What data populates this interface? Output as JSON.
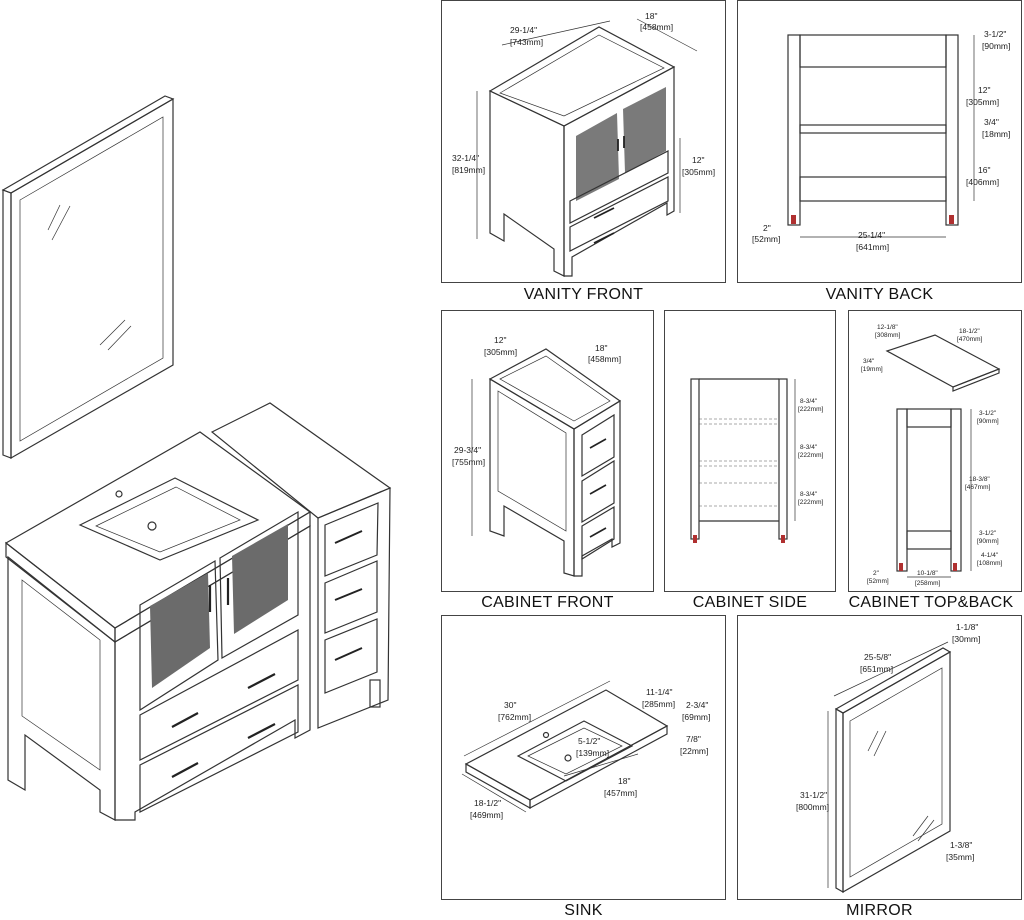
{
  "captions": {
    "vanity_front": "VANITY FRONT",
    "vanity_back": "VANITY BACK",
    "cabinet_front": "CABINET FRONT",
    "cabinet_side": "CABINET SIDE",
    "cabinet_top_back": "CABINET TOP&BACK",
    "sink": "SINK",
    "mirror": "MIRROR"
  },
  "vanity_front": {
    "width_in": "29-1/4\"",
    "width_mm": "[743mm]",
    "depth_in": "18\"",
    "depth_mm": "[458mm]",
    "height_in": "32-1/4\"",
    "height_mm": "[819mm]",
    "leg_in": "12\"",
    "leg_mm": "[305mm]"
  },
  "vanity_back": {
    "top_in": "3-1/2\"",
    "top_mm": "[90mm]",
    "upper_in": "12\"",
    "upper_mm": "[305mm]",
    "shelf_in": "3/4\"",
    "shelf_mm": "[18mm]",
    "lower_in": "16\"",
    "lower_mm": "[406mm]",
    "foot_in": "2\"",
    "foot_mm": "[52mm]",
    "width_in": "25-1/4\"",
    "width_mm": "[641mm]"
  },
  "cabinet_front": {
    "width_in": "12\"",
    "width_mm": "[305mm]",
    "depth_in": "18\"",
    "depth_mm": "[458mm]",
    "height_in": "29-3/4\"",
    "height_mm": "[755mm]"
  },
  "cabinet_side": {
    "d1_in": "8-3/4\"",
    "d1_mm": "[222mm]",
    "d2_in": "8-3/4\"",
    "d2_mm": "[222mm]",
    "d3_in": "8-3/4\"",
    "d3_mm": "[222mm]"
  },
  "cabinet_top_back": {
    "top_w_in": "12-1/8\"",
    "top_w_mm": "[308mm]",
    "top_d_in": "18-1/2\"",
    "top_d_mm": "[470mm]",
    "top_t_in": "3/4\"",
    "top_t_mm": "[19mm]",
    "b_top_in": "3-1/2\"",
    "b_top_mm": "[90mm]",
    "b_mid_in": "18-3/8\"",
    "b_mid_mm": "[467mm]",
    "b_low_in": "3-1/2\"",
    "b_low_mm": "[90mm]",
    "b_leg_in": "4-1/4\"",
    "b_leg_mm": "[108mm]",
    "b_foot_in": "2\"",
    "b_foot_mm": "[52mm]",
    "b_width_in": "10-1/8\"",
    "b_width_mm": "[258mm]"
  },
  "sink": {
    "length_in": "30\"",
    "length_mm": "[762mm]",
    "bowl_w_in": "11-1/4\"",
    "bowl_w_mm": "[285mm]",
    "edge_in": "2-3/4\"",
    "edge_mm": "[69mm]",
    "thick_in": "7/8\"",
    "thick_mm": "[22mm]",
    "bowl_d_in": "5-1/2\"",
    "bowl_d_mm": "[139mm]",
    "bowl_l_in": "18\"",
    "bowl_l_mm": "[457mm]",
    "depth_in": "18-1/2\"",
    "depth_mm": "[469mm]"
  },
  "mirror": {
    "thick_in": "1-1/8\"",
    "thick_mm": "[30mm]",
    "width_in": "25-5/8\"",
    "width_mm": "[651mm]",
    "height_in": "31-1/2\"",
    "height_mm": "[800mm]",
    "depth_in": "1-3/8\"",
    "depth_mm": "[35mm]"
  },
  "colors": {
    "frame": "#444444",
    "foot_marker": "#b03030"
  }
}
